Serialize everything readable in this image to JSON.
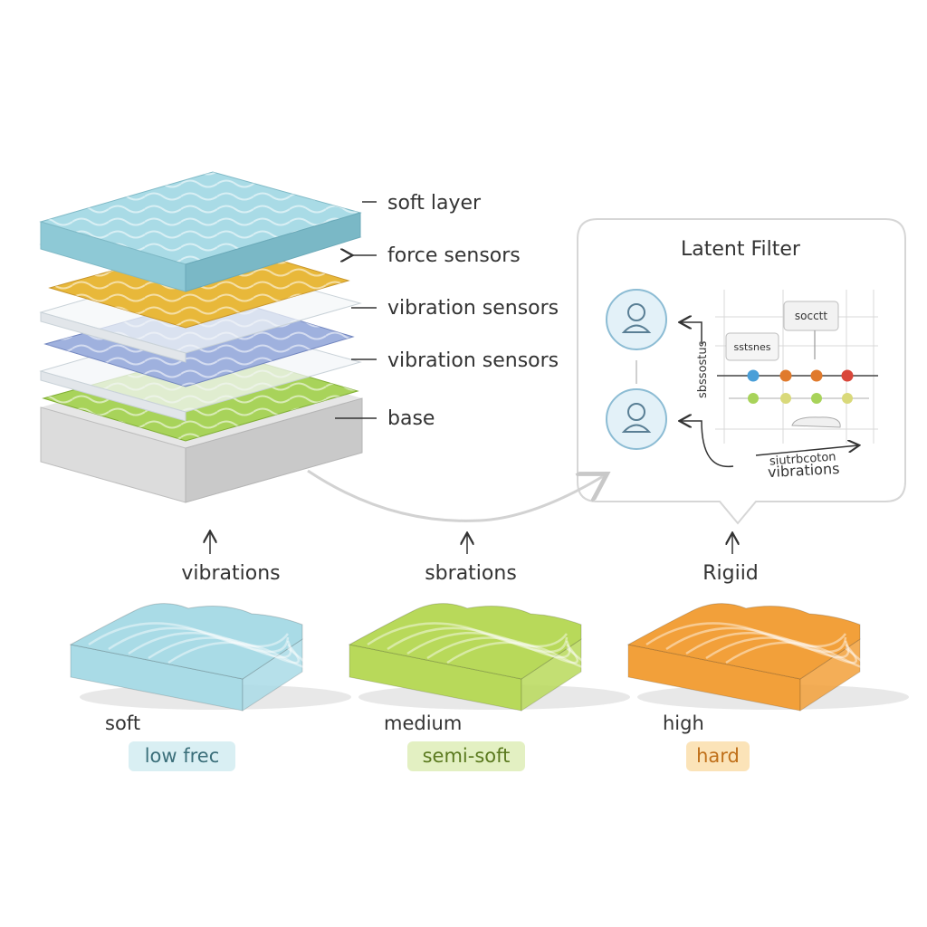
{
  "stack": {
    "labels": {
      "soft_layer": "soft layer",
      "force_sensors": "force sensors",
      "vibration_sensors_1": "vibration sensors",
      "vibration_sensors_2": "vibration sensors",
      "base": "base"
    },
    "colors": {
      "soft_layer": "#a9dbe6",
      "force_layer": "#e8b83a",
      "vibration_layer": "#9fb1de",
      "base_layer": "#a8d35a",
      "base_slab": "#e6e6e6"
    }
  },
  "filter": {
    "title": "Latent Filter",
    "socket_label": "socctt",
    "side_box_label": "sstsnes",
    "vertical_label": "sbssostus",
    "curve_label_1": "siutrbcoton",
    "curve_label_2": "vibrations",
    "node_colors_top": [
      "#4a9fd8",
      "#e07a2c",
      "#e07a2c",
      "#d9473a"
    ],
    "node_colors_bottom": [
      "#a8d35a",
      "#d9d97a",
      "#a8d35a",
      "#d9d97a"
    ]
  },
  "arrows": {
    "left_label": "vibrations",
    "middle_label": "sbrations",
    "right_label": "Rigiid"
  },
  "samples": [
    {
      "top_label": "soft",
      "pill": "low frec",
      "color": "#a9dbe6",
      "pill_bg": "#d9eff3",
      "pill_fg": "#3b6f7a"
    },
    {
      "top_label": "medium",
      "pill": "semi-soft",
      "color": "#b8d95a",
      "pill_bg": "#e3f0c2",
      "pill_fg": "#5b7a1f"
    },
    {
      "top_label": "high",
      "pill": "hard",
      "color": "#f2a03a",
      "pill_bg": "#fbe3b8",
      "pill_fg": "#c0701a"
    }
  ]
}
